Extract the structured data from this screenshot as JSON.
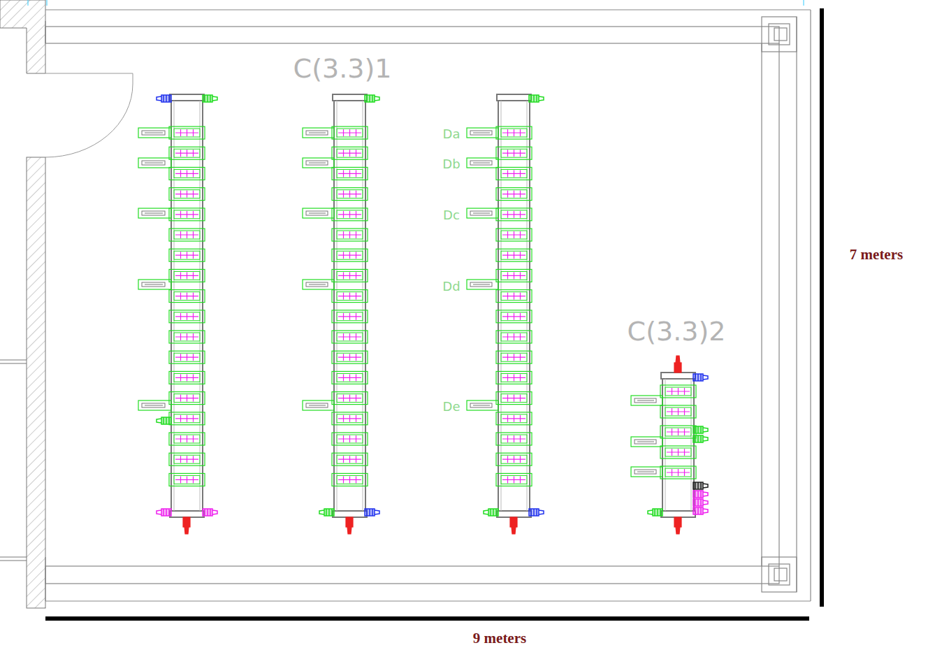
{
  "diagram": {
    "labels": [
      "C(3.3)1",
      "Da",
      "Db",
      "Dc",
      "Dd",
      "De",
      "C(3.3)2",
      "7 meters",
      "9 meters"
    ]
  }
}
